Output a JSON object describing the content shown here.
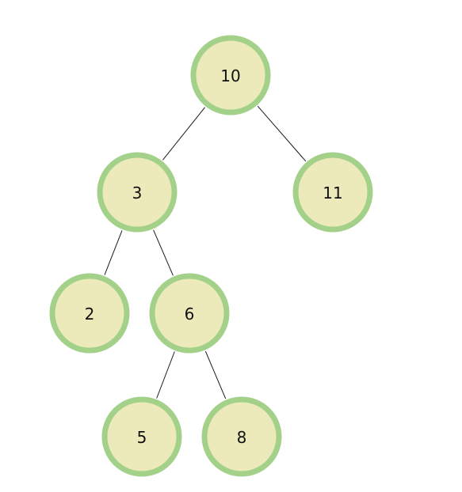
{
  "tree": {
    "colors": {
      "node_fill": "#ECEABA",
      "node_stroke": "#A3D18A",
      "edge": "#1A1A1A",
      "label": "#111111"
    },
    "nodes": [
      {
        "id": "n10",
        "label": "10"
      },
      {
        "id": "n3",
        "label": "3"
      },
      {
        "id": "n11",
        "label": "11"
      },
      {
        "id": "n2",
        "label": "2"
      },
      {
        "id": "n6",
        "label": "6"
      },
      {
        "id": "n5",
        "label": "5"
      },
      {
        "id": "n8",
        "label": "8"
      }
    ],
    "edges": [
      {
        "from": "n10",
        "to": "n3"
      },
      {
        "from": "n10",
        "to": "n11"
      },
      {
        "from": "n3",
        "to": "n2"
      },
      {
        "from": "n3",
        "to": "n6"
      },
      {
        "from": "n6",
        "to": "n5"
      },
      {
        "from": "n6",
        "to": "n8"
      }
    ]
  }
}
